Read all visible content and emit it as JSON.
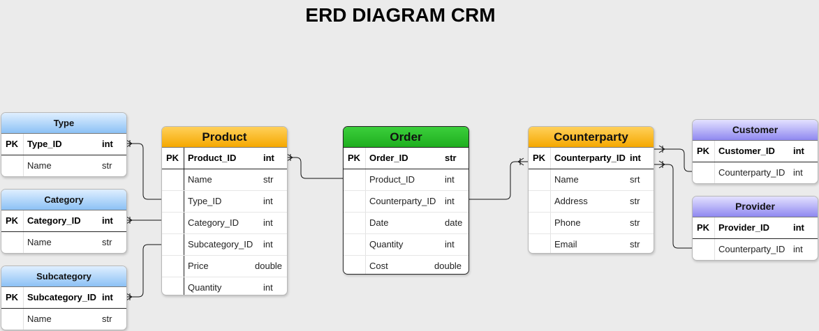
{
  "title": "ERD DIAGRAM CRM",
  "colors": {
    "type_header": "#8cc1f5",
    "product_header": "#f5a800",
    "order_header": "#1fae1f",
    "counterparty_header": "#f5a800",
    "customer_header": "#8f88f0"
  },
  "type": {
    "name": "Type",
    "pk": {
      "key": "PK",
      "name": "Type_ID",
      "type": "int"
    },
    "fields": [
      {
        "name": "Name",
        "type": "str"
      }
    ]
  },
  "category": {
    "name": "Category",
    "pk": {
      "key": "PK",
      "name": "Category_ID",
      "type": "int"
    },
    "fields": [
      {
        "name": "Name",
        "type": "str"
      }
    ]
  },
  "subcategory": {
    "name": "Subcategory",
    "pk": {
      "key": "PK",
      "name": "Subcategory_ID",
      "type": "int"
    },
    "fields": [
      {
        "name": "Name",
        "type": "str"
      }
    ]
  },
  "product": {
    "name": "Product",
    "pk": {
      "key": "PK",
      "name": "Product_ID",
      "type": "int"
    },
    "fields": [
      {
        "name": "Name",
        "type": "str"
      },
      {
        "name": "Type_ID",
        "type": "int"
      },
      {
        "name": "Category_ID",
        "type": "int"
      },
      {
        "name": "Subcategory_ID",
        "type": "int"
      },
      {
        "name": "Price",
        "type": "double"
      },
      {
        "name": "Quantity",
        "type": "int"
      }
    ]
  },
  "order": {
    "name": "Order",
    "pk": {
      "key": "PK",
      "name": "Order_ID",
      "type": "str"
    },
    "fields": [
      {
        "name": "Product_ID",
        "type": "int"
      },
      {
        "name": "Counterparty_ID",
        "type": "int"
      },
      {
        "name": "Date",
        "type": "date"
      },
      {
        "name": "Quantity",
        "type": "int"
      },
      {
        "name": "Cost",
        "type": "double"
      }
    ]
  },
  "counterparty": {
    "name": "Counterparty",
    "pk": {
      "key": "PK",
      "name": "Counterparty_ID",
      "type": "int"
    },
    "fields": [
      {
        "name": "Name",
        "type": "srt"
      },
      {
        "name": "Address",
        "type": "str"
      },
      {
        "name": "Phone",
        "type": "str"
      },
      {
        "name": "Email",
        "type": "str"
      }
    ]
  },
  "customer": {
    "name": "Customer",
    "pk": {
      "key": "PK",
      "name": "Customer_ID",
      "type": "int"
    },
    "fields": [
      {
        "name": "Counterparty_ID",
        "type": "int"
      }
    ]
  },
  "provider": {
    "name": "Provider",
    "pk": {
      "key": "PK",
      "name": "Provider_ID",
      "type": "int"
    },
    "fields": [
      {
        "name": "Counterparty_ID",
        "type": "int"
      }
    ]
  }
}
